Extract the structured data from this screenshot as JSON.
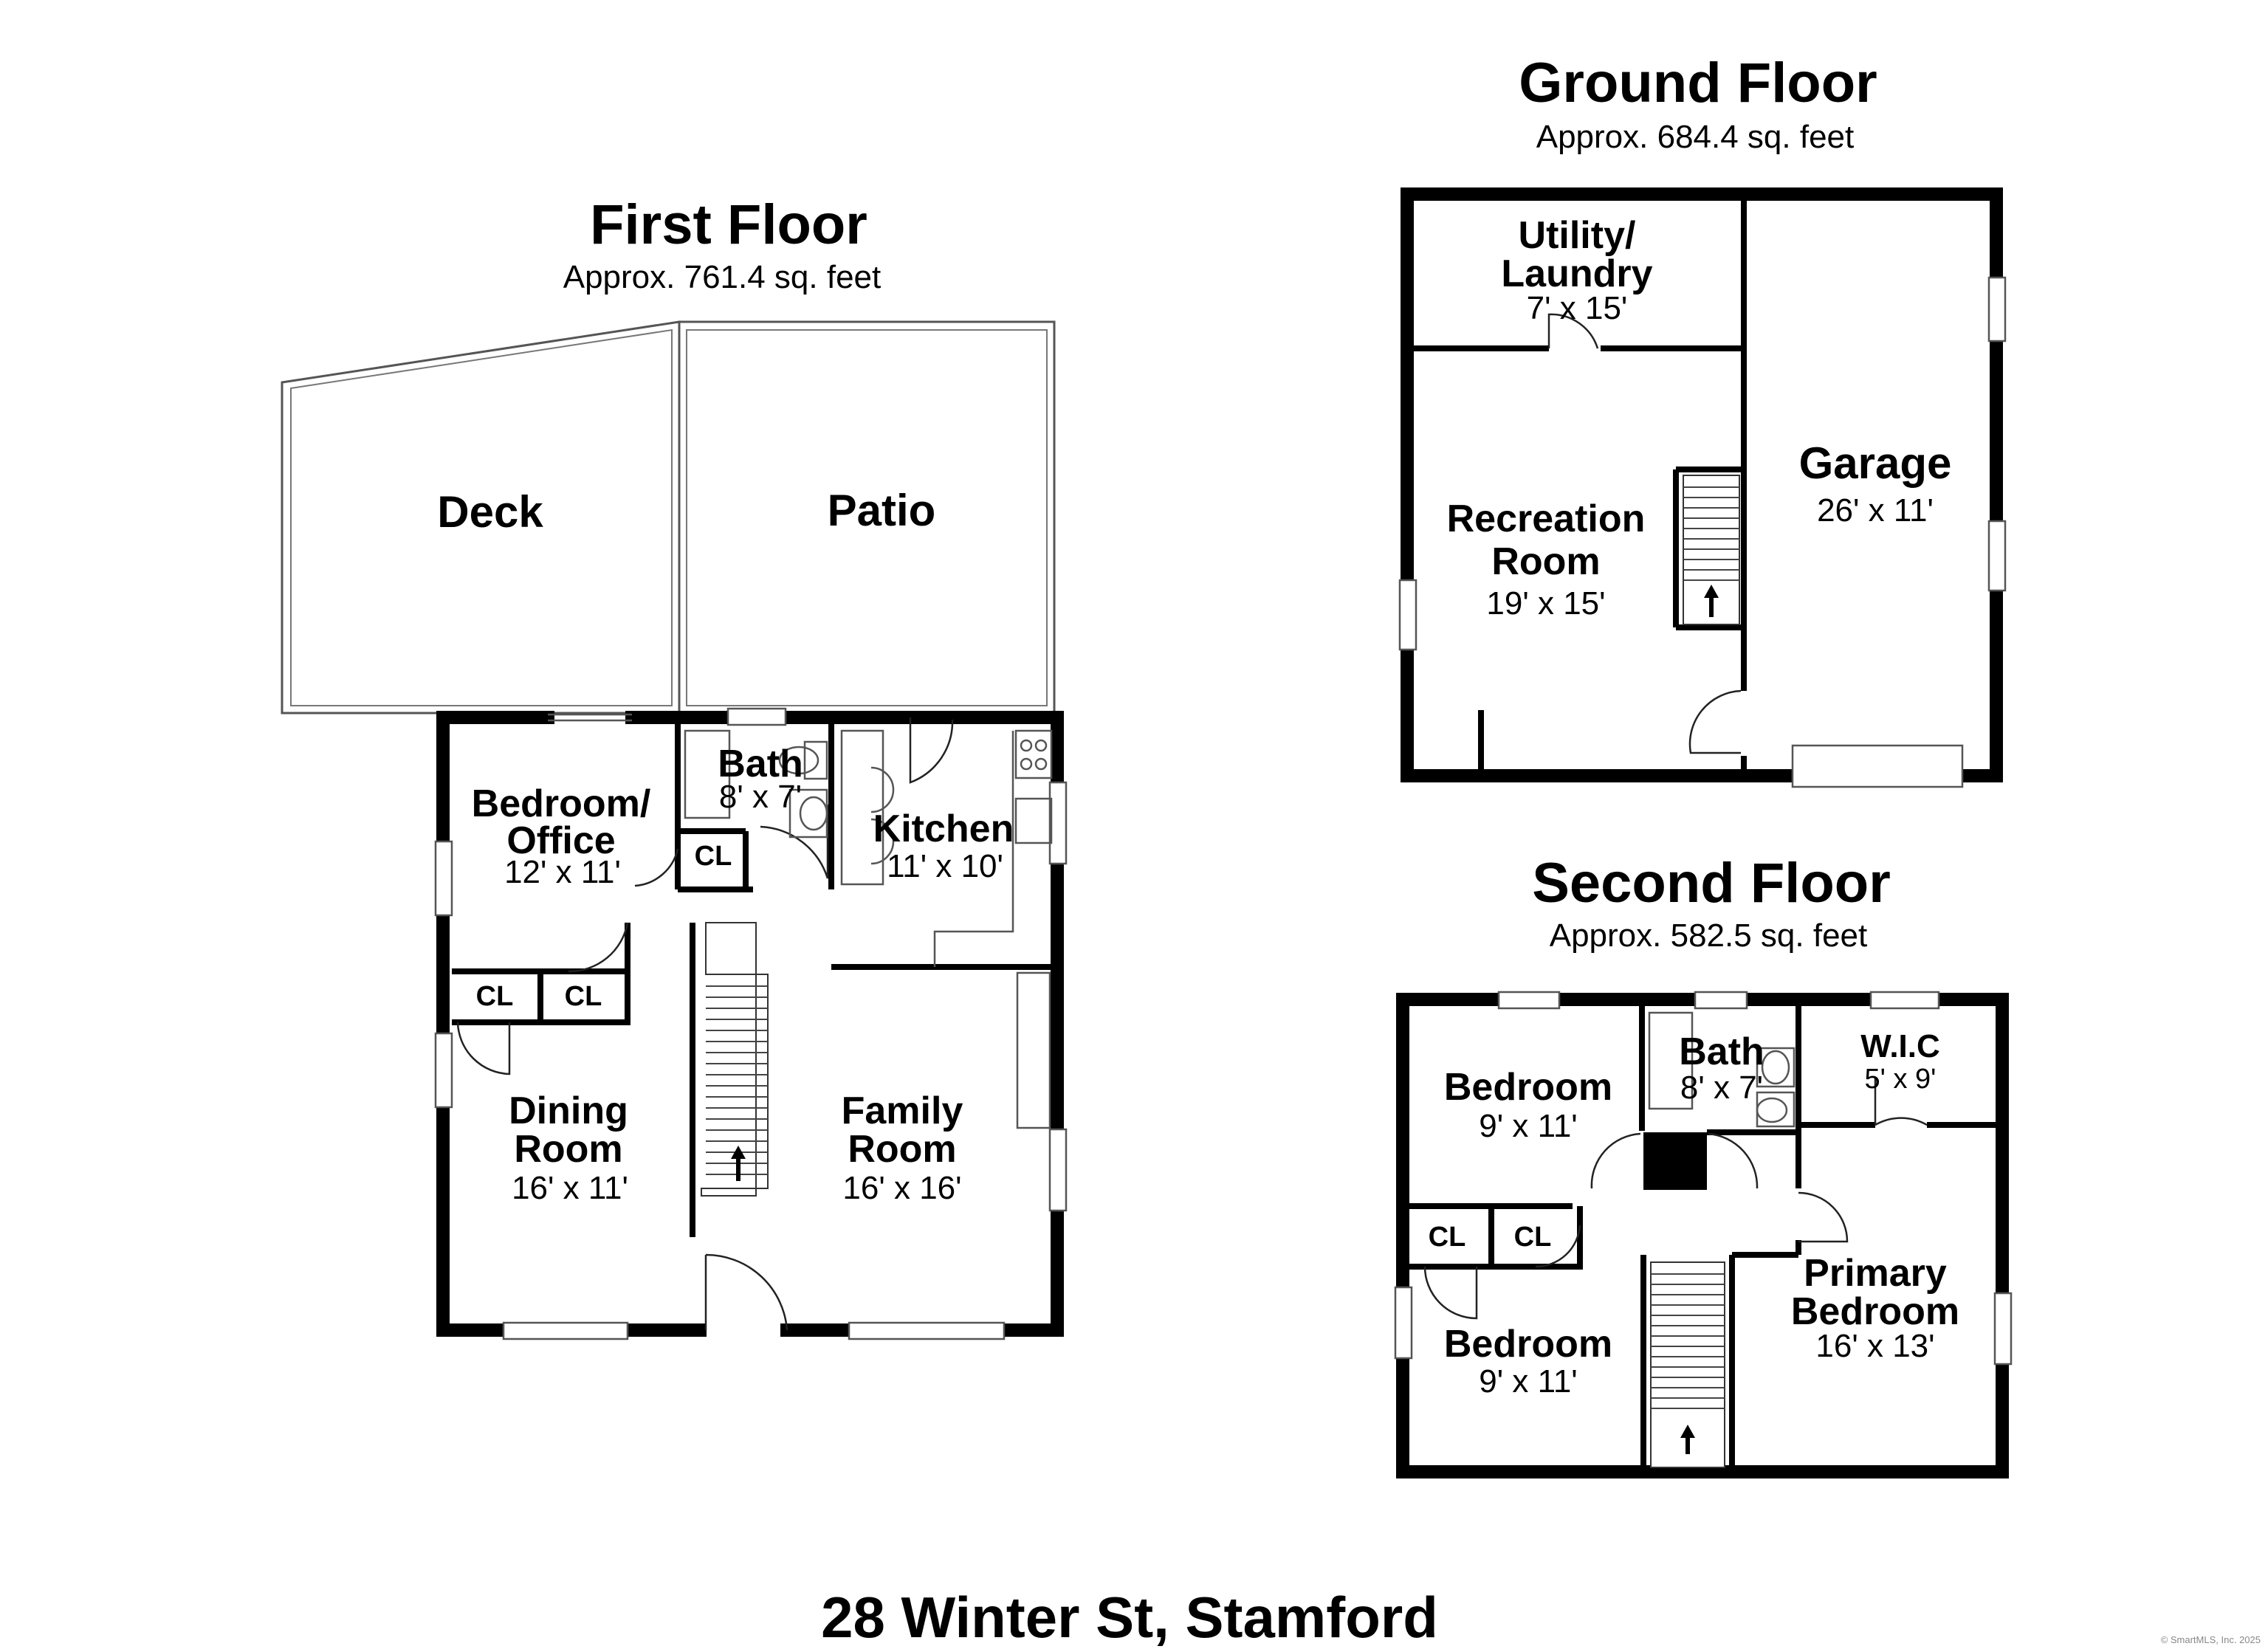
{
  "address": "28 Winter St, Stamford",
  "copyright": "© SmartMLS, Inc. 2025",
  "floors": {
    "first": {
      "title": "First Floor",
      "area": "Approx. 761.4 sq. feet",
      "rooms": {
        "deck": {
          "name": "Deck"
        },
        "patio": {
          "name": "Patio"
        },
        "bedroom_office": {
          "name_line1": "Bedroom/",
          "name_line2": "Office",
          "dims": "12' x 11'"
        },
        "bath": {
          "name": "Bath",
          "dims": "8' x 7'"
        },
        "kitchen": {
          "name": "Kitchen",
          "dims": "11' x 10'"
        },
        "dining": {
          "name_line1": "Dining",
          "name_line2": "Room",
          "dims": "16' x 11'"
        },
        "family": {
          "name_line1": "Family",
          "name_line2": "Room",
          "dims": "16' x 16'"
        },
        "closet_bath": {
          "name": "CL"
        },
        "closet_1": {
          "name": "CL"
        },
        "closet_2": {
          "name": "CL"
        }
      }
    },
    "ground": {
      "title": "Ground Floor",
      "area": "Approx. 684.4 sq. feet",
      "rooms": {
        "utility": {
          "name_line1": "Utility/",
          "name_line2": "Laundry",
          "dims": "7' x 15'"
        },
        "recreation": {
          "name_line1": "Recreation",
          "name_line2": "Room",
          "dims": "19' x 15'"
        },
        "garage": {
          "name": "Garage",
          "dims": "26' x 11'"
        }
      }
    },
    "second": {
      "title": "Second Floor",
      "area": "Approx. 582.5 sq. feet",
      "rooms": {
        "bedroom_1": {
          "name": "Bedroom",
          "dims": "9' x 11'"
        },
        "bath": {
          "name": "Bath",
          "dims": "8' x 7'"
        },
        "wic": {
          "name": "W.I.C",
          "dims": "5' x 9'"
        },
        "bedroom_2": {
          "name": "Bedroom",
          "dims": "9' x 11'"
        },
        "primary": {
          "name_line1": "Primary",
          "name_line2": "Bedroom",
          "dims": "16' x 13'"
        },
        "closet_1": {
          "name": "CL"
        },
        "closet_2": {
          "name": "CL"
        }
      }
    }
  }
}
